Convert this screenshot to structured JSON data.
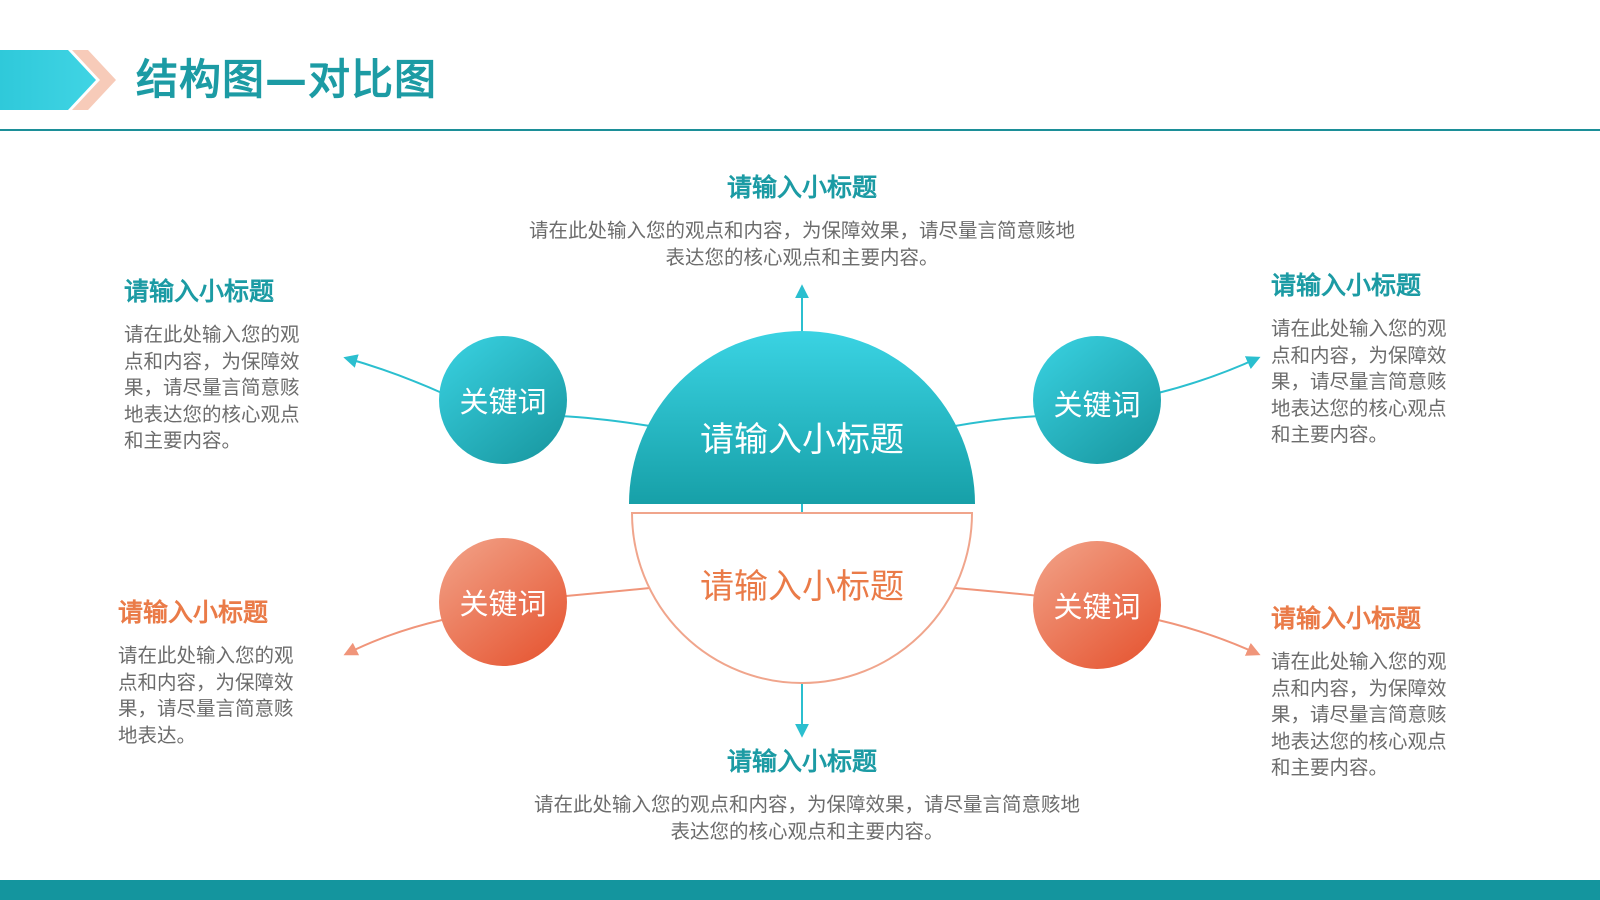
{
  "page": {
    "title": "结构图—对比图"
  },
  "colors": {
    "teal": "#1c9ba4",
    "teal_light": "#38cfe0",
    "orange": "#ea7b48",
    "orange_light": "#f2a48a",
    "text_gray": "#6c6c6c"
  },
  "center": {
    "top_label": "请输入小标题",
    "bottom_label": "请输入小标题"
  },
  "keywords": {
    "top_left": "关键词",
    "top_right": "关键词",
    "bottom_left": "关键词",
    "bottom_right": "关键词"
  },
  "blocks": {
    "top": {
      "title": "请输入小标题",
      "line1": "请在此处输入您的观点和内容，为保障效果，请尽量言简意赅地",
      "line2": "表达您的核心观点和主要内容。"
    },
    "bottom": {
      "title": "请输入小标题",
      "line1": "请在此处输入您的观点和内容，为保障效果，请尽量言简意赅地",
      "line2": "表达您的核心观点和主要内容。"
    },
    "top_left": {
      "title": "请输入小标题",
      "lines": [
        "请在此处输入您的观",
        "点和内容，为保障效",
        "果，请尽量言简意赅",
        "地表达您的核心观点",
        "和主要内容。"
      ]
    },
    "top_right": {
      "title": "请输入小标题",
      "lines": [
        "请在此处输入您的观",
        "点和内容，为保障效",
        "果，请尽量言简意赅",
        "地表达您的核心观点",
        "和主要内容。"
      ]
    },
    "bottom_left": {
      "title": "请输入小标题",
      "lines": [
        "请在此处输入您的观",
        "点和内容，为保障效",
        "果，请尽量言简意赅",
        "地表达。"
      ]
    },
    "bottom_right": {
      "title": "请输入小标题",
      "lines": [
        "请在此处输入您的观",
        "点和内容，为保障效",
        "果，请尽量言简意赅",
        "地表达您的核心观点",
        "和主要内容。"
      ]
    }
  }
}
